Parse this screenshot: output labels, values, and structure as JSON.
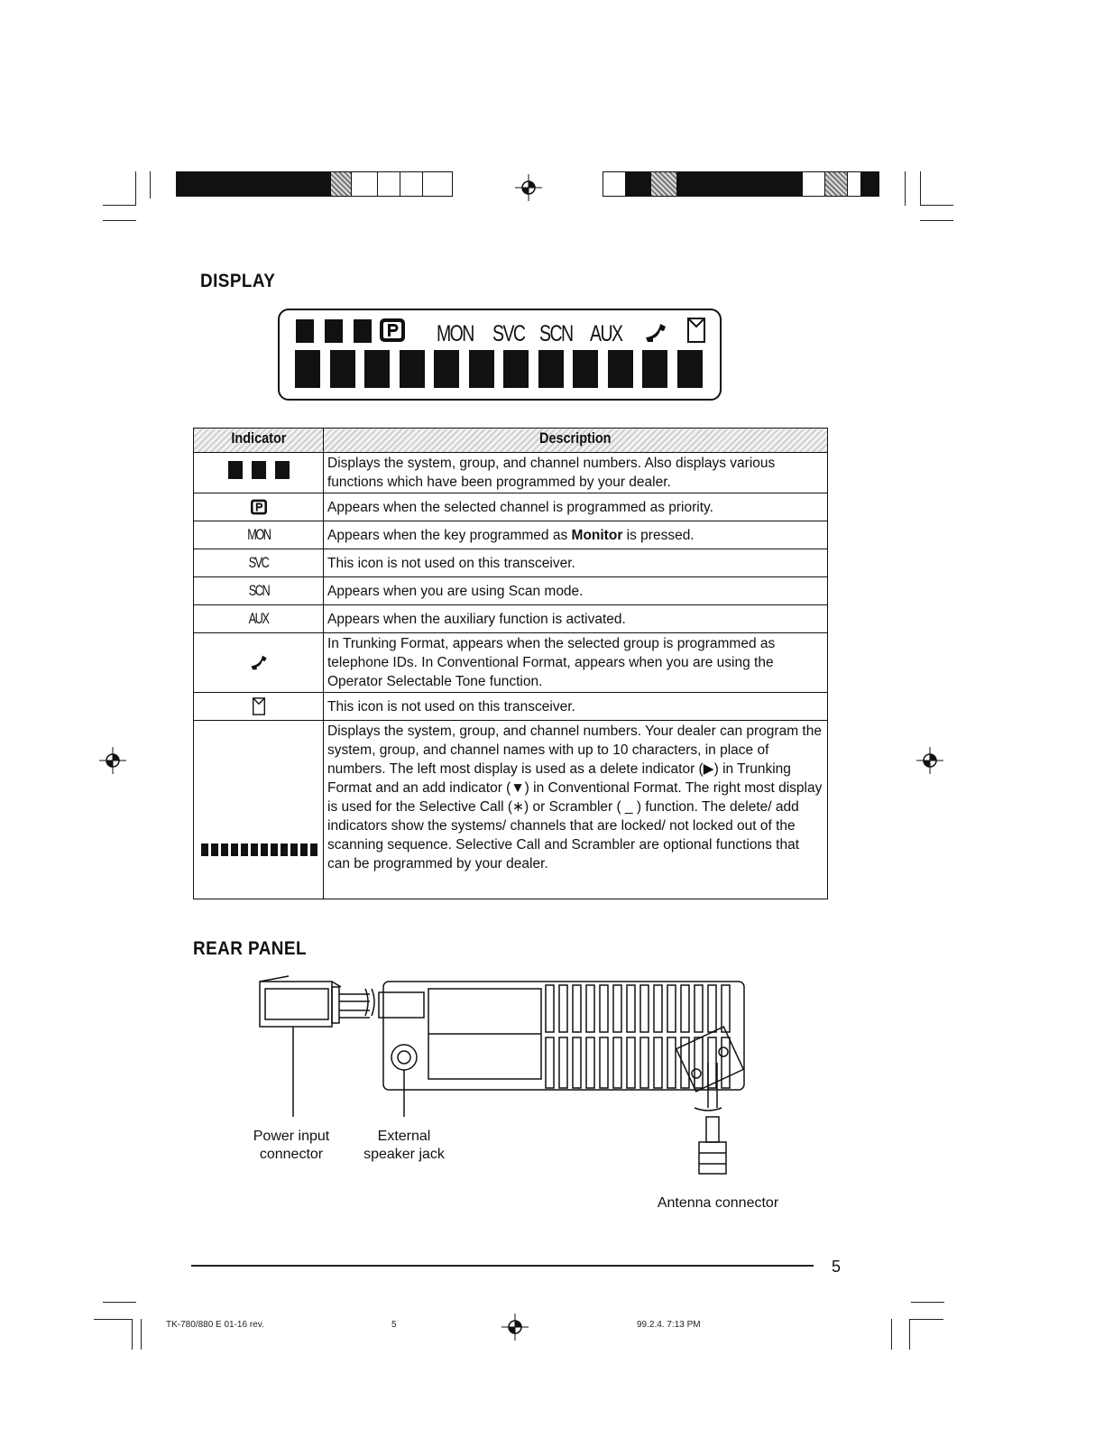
{
  "display_section": {
    "heading": "DISPLAY",
    "lcd": {
      "labels": [
        "MON",
        "SVC",
        "SCN",
        "AUX"
      ]
    }
  },
  "table": {
    "headers": {
      "indicator": "Indicator",
      "description": "Description"
    },
    "rows": [
      {
        "icon": "three-digit-segment-icon",
        "indicator_text": "",
        "description": "Displays the system, group, and channel numbers.  Also displays various functions which have been programmed by your dealer."
      },
      {
        "icon": "priority-p-icon",
        "indicator_text": "",
        "description": "Appears when the selected channel is programmed as priority."
      },
      {
        "icon": "mon-icon",
        "indicator_text": "MON",
        "description_pre": "Appears when the key programmed as ",
        "description_bold": "Monitor",
        "description_post": " is pressed."
      },
      {
        "icon": "svc-icon",
        "indicator_text": "SVC",
        "description": "This icon is not used on this transceiver."
      },
      {
        "icon": "scn-icon",
        "indicator_text": "SCN",
        "description": "Appears when you are using Scan mode."
      },
      {
        "icon": "aux-icon",
        "indicator_text": "AUX",
        "description": "Appears when the auxiliary function is activated."
      },
      {
        "icon": "telephone-handset-icon",
        "indicator_text": "",
        "description": "In Trunking Format, appears when the selected group is programmed as telephone IDs.  In Conventional Format, appears when you are using the Operator Selectable Tone function."
      },
      {
        "icon": "envelope-icon",
        "indicator_text": "",
        "description": "This icon is not used on this transceiver."
      },
      {
        "icon": "twelve-digit-segment-icon",
        "indicator_text": "",
        "description": "Displays the system, group, and channel numbers.  Your dealer can program the system, group, and channel names with up to 10 characters, in place of numbers.  The left most display is used as a delete indicator (▶) in Trunking Format and an add indicator (▼) in Conventional Format.  The right most display is used for the Selective Call (∗) or Scrambler ( _ ) function.  The delete/ add indicators show the systems/ channels that are locked/ not locked out of the scanning sequence.  Selective Call and Scrambler are optional functions that can be programmed by your dealer."
      }
    ]
  },
  "rear_panel": {
    "heading": "REAR PANEL",
    "labels": {
      "power_line1": "Power input",
      "power_line2": "connector",
      "speaker_line1": "External",
      "speaker_line2": "speaker jack",
      "antenna": "Antenna connector"
    }
  },
  "page_number": "5",
  "footer": {
    "doc_code": "TK-780/880 E 01-16 rev.",
    "page": "5",
    "timestamp": "99.2.4. 7:13 PM"
  }
}
